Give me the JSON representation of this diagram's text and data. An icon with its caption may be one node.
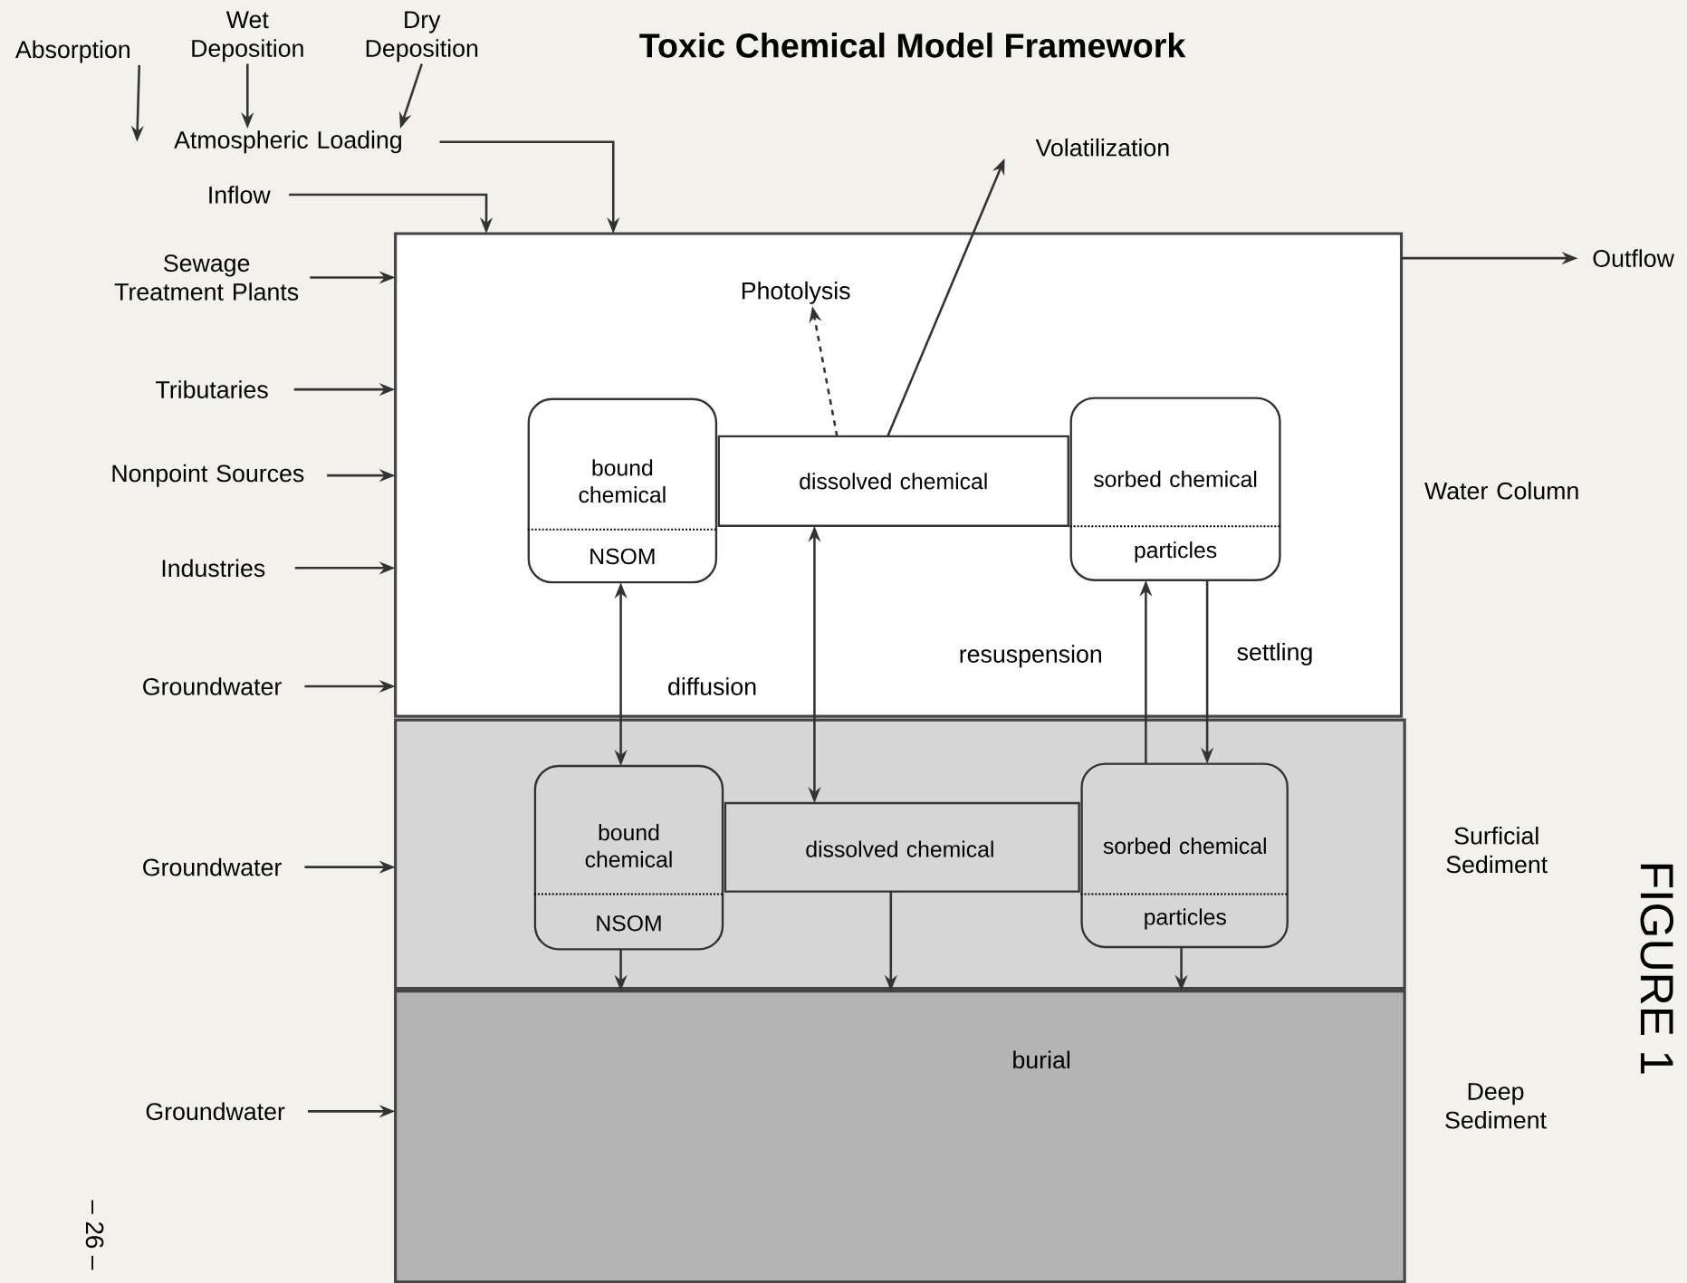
{
  "diagram": {
    "title": "Toxic Chemical Model Framework",
    "nodes": [
      {
        "text": [
          "Absorption"
        ]
      },
      {
        "text": [
          "Wet Deposition"
        ]
      },
      {
        "text": [
          "Dry Deposition"
        ]
      },
      {
        "text": [
          "Atmospheric Loading"
        ]
      },
      {
        "text": [
          "Volatilization"
        ]
      },
      {
        "text": [
          "Inflow"
        ]
      },
      {
        "text": [
          "Water Column"
        ]
      },
      {
        "text": [
          "Outflow"
        ]
      },
      {
        "text": [
          "Sewage Treatment Plants"
        ]
      },
      {
        "text": [
          "Photolysis"
        ],
        "in": 6
      },
      {
        "text": [
          "Tributaries"
        ]
      },
      {
        "text": [
          "bound chemical",
          "NSOM"
        ],
        "in": 6
      },
      {
        "text": [
          "dissolved chemical"
        ],
        "in": 6
      },
      {
        "text": [
          "sorbed chemical",
          "particles"
        ],
        "in": 6
      },
      {
        "text": [
          "Nonpoint Sources"
        ]
      },
      {
        "text": [
          "Industries"
        ]
      },
      {
        "text": [
          "Groundwater"
        ]
      },
      {
        "text": [
          "Surficial Sediment"
        ]
      },
      {
        "text": [
          "bound chemical",
          "NSOM"
        ],
        "in": 17
      },
      {
        "text": [
          "dissolved chemical"
        ],
        "in": 17
      },
      {
        "text": [
          "sorbed chemical",
          "particles"
        ],
        "in": 17
      },
      {
        "text": [
          "Groundwater"
        ]
      },
      {
        "text": [
          "Deep Sediment"
        ]
      },
      {
        "text": [
          "Groundwater"
        ]
      }
    ],
    "edges": [
      {
        "from": 0,
        "to": 3,
        "arrow": "to"
      },
      {
        "from": 1,
        "to": 3,
        "arrow": "to"
      },
      {
        "from": 2,
        "to": 3,
        "arrow": "to"
      },
      {
        "from": 3,
        "to": 6,
        "arrow": "to"
      },
      {
        "from": 5,
        "to": 6,
        "arrow": "to"
      },
      {
        "from": 8,
        "to": 6,
        "arrow": "to"
      },
      {
        "from": 10,
        "to": 6,
        "arrow": "to"
      },
      {
        "from": 14,
        "to": 6,
        "arrow": "to"
      },
      {
        "from": 15,
        "to": 6,
        "arrow": "to"
      },
      {
        "from": 16,
        "to": 6,
        "arrow": "to"
      },
      {
        "from": 21,
        "to": 17,
        "arrow": "to"
      },
      {
        "from": 23,
        "to": 22,
        "arrow": "to"
      },
      {
        "from": 6,
        "to": 7,
        "arrow": "to"
      },
      {
        "from": 12,
        "to": 4,
        "arrow": "to"
      },
      {
        "from": 12,
        "to": 9,
        "arrow": "to",
        "style": "dashed"
      },
      {
        "from": 11,
        "to": 18,
        "arrow": "both",
        "label": "diffusion"
      },
      {
        "from": 12,
        "to": 19,
        "arrow": "both"
      },
      {
        "from": 20,
        "to": 13,
        "arrow": "to",
        "label": "resuspension"
      },
      {
        "from": 13,
        "to": 20,
        "arrow": "to",
        "label": "settling"
      },
      {
        "from": 18,
        "to": 22,
        "arrow": "to"
      },
      {
        "from": 19,
        "to": 22,
        "arrow": "to"
      },
      {
        "from": 20,
        "to": 22,
        "arrow": "to"
      }
    ],
    "labels": [
      "burial",
      "– 26 –",
      "FIGURE 1"
    ]
  }
}
